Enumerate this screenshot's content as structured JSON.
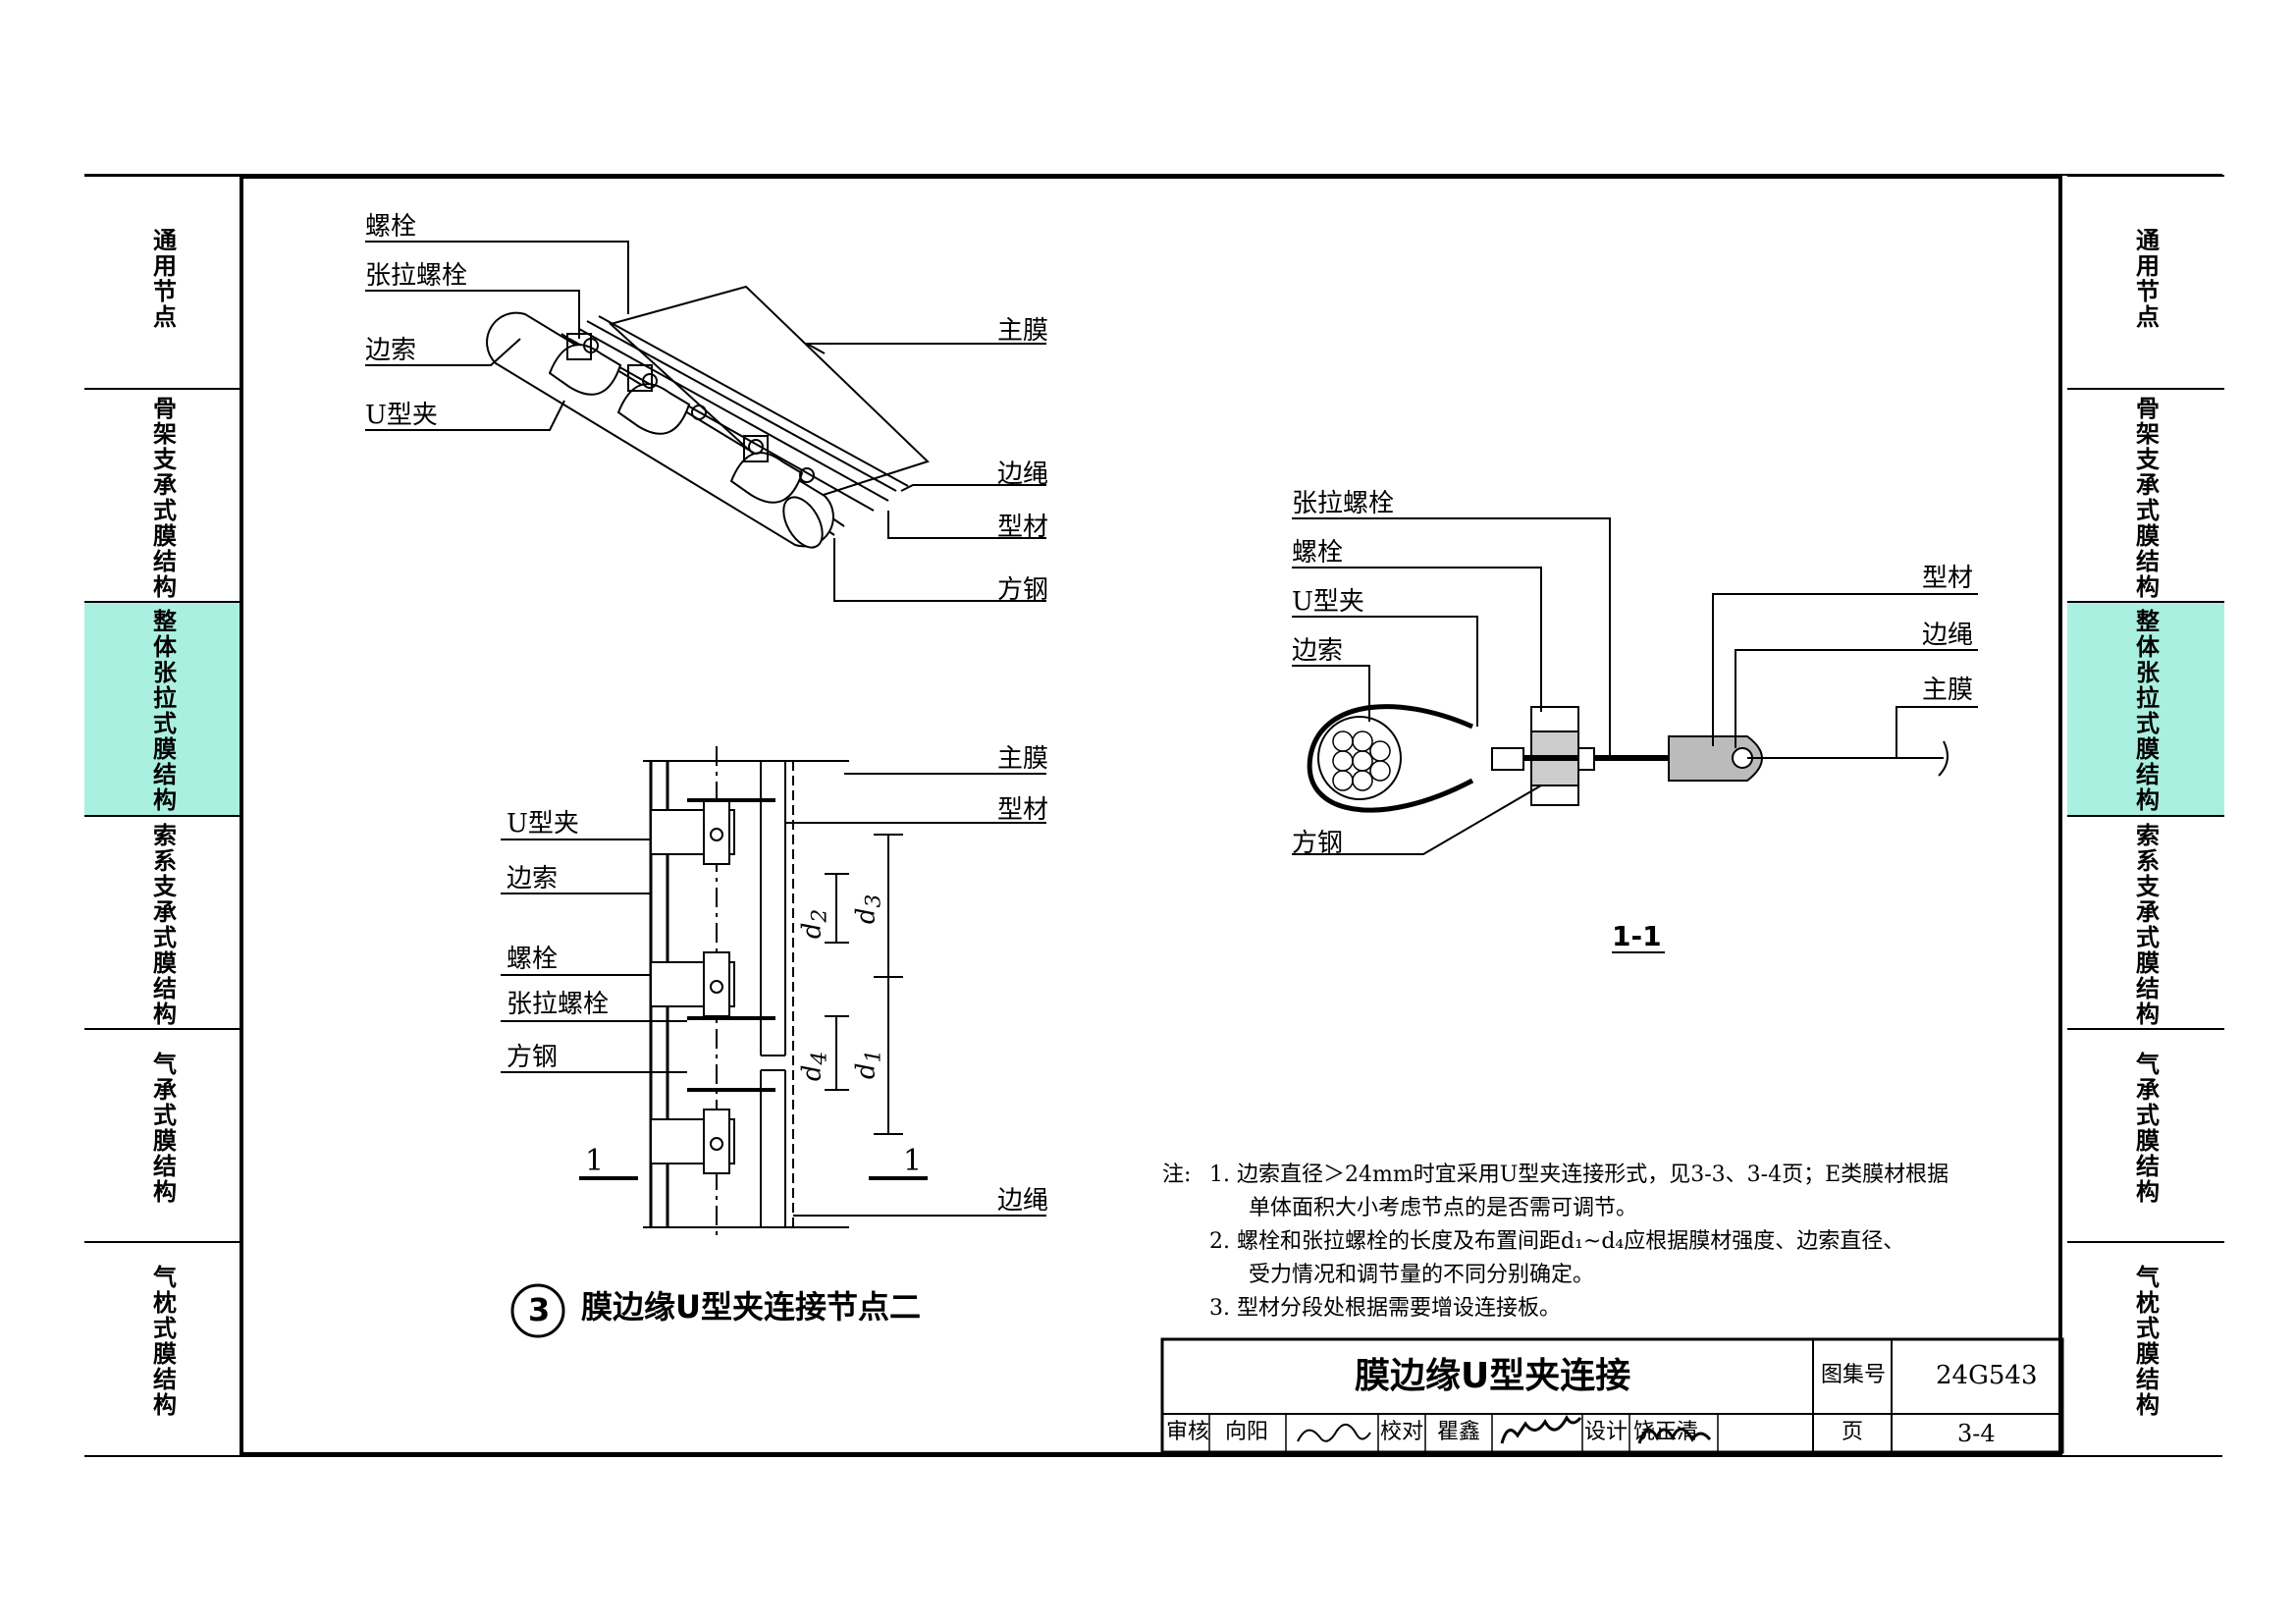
{
  "side_tabs": [
    {
      "label": "通用节点",
      "active": false
    },
    {
      "label": "骨架支承式膜结构",
      "active": false
    },
    {
      "label": "整体张拉式膜结构",
      "active": true
    },
    {
      "label": "索系支承式膜结构",
      "active": false
    },
    {
      "label": "气承式膜结构",
      "active": false
    },
    {
      "label": "气枕式膜结构",
      "active": false
    }
  ],
  "active_tab_color": "#aaf0e0",
  "iso_labels": {
    "bolt": "螺栓",
    "tension_bolt": "张拉螺栓",
    "edge_cable": "边索",
    "u_clamp": "U型夹",
    "main_membrane": "主膜",
    "edge_rope": "边绳",
    "profile": "型材",
    "square_steel": "方钢"
  },
  "plan_labels": {
    "main_membrane": "主膜",
    "profile": "型材",
    "u_clamp": "U型夹",
    "edge_cable": "边索",
    "bolt": "螺栓",
    "tension_bolt": "张拉螺栓",
    "square_steel": "方钢",
    "edge_rope": "边绳",
    "cut_mark": "1",
    "d1": "d",
    "d1_sub": "1",
    "d2": "d",
    "d2_sub": "2",
    "d3": "d",
    "d3_sub": "3",
    "d4": "d",
    "d4_sub": "4"
  },
  "section_labels": {
    "tension_bolt": "张拉螺栓",
    "bolt": "螺栓",
    "u_clamp": "U型夹",
    "edge_cable": "边索",
    "square_steel": "方钢",
    "profile": "型材",
    "edge_rope": "边绳",
    "main_membrane": "主膜",
    "section_title": "1-1"
  },
  "detail_title": {
    "number": "3",
    "text": "膜边缘U型夹连接节点二"
  },
  "notes": {
    "prefix": "注:",
    "items": [
      "1. 边索直径＞24mm时宜采用U型夹连接形式，见3-3、3-4页；E类膜材根据",
      "单体面积大小考虑节点的是否需可调节。",
      "2. 螺栓和张拉螺栓的长度及布置间距d₁~d₄应根据膜材强度、边索直径、",
      "受力情况和调节量的不同分别确定。",
      "3. 型材分段处根据需要增设连接板。"
    ]
  },
  "title_block": {
    "drawing_title": "膜边缘U型夹连接",
    "atlas_label": "图集号",
    "atlas_no": "24G543",
    "review_label": "审核",
    "reviewer": "向阳",
    "check_label": "校对",
    "checker": "瞿鑫",
    "design_label": "设计",
    "designer": "饶正清",
    "page_label": "页",
    "page_no": "3-4"
  }
}
